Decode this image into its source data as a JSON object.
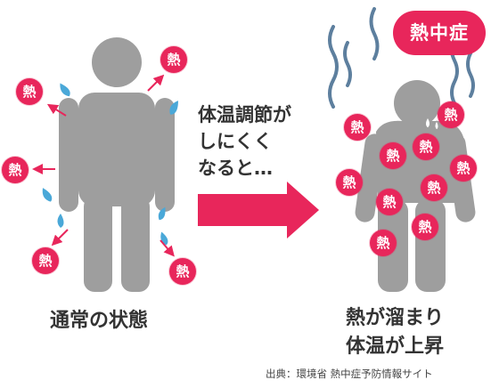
{
  "heat_char": "熱",
  "badge_label": "熱中症",
  "middle_text": [
    "体温調節が",
    "しにくく",
    "なると…"
  ],
  "left_caption": "通常の状態",
  "right_caption": [
    "熱が溜まり",
    "体温が上昇"
  ],
  "source": "出典：環境省 熱中症予防情報サイト",
  "colors": {
    "accent": "#e8265b",
    "figure": "#9e9e9e",
    "sweat": "#4aa8d8",
    "heat_lines": "#5d7f9e"
  }
}
